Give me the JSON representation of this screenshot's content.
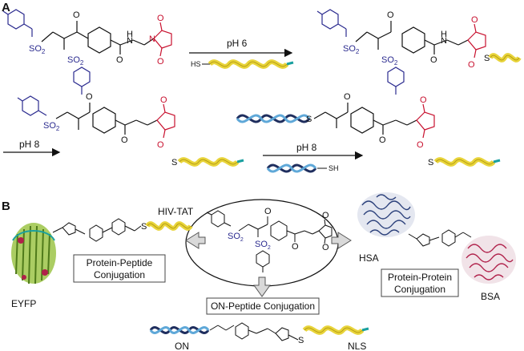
{
  "panels": {
    "a": "A",
    "b": "B"
  },
  "reactions": {
    "step1_condition": "pH 6",
    "step2_condition": "pH 8",
    "step3_condition": "pH 8",
    "thiol_label": "HS",
    "thiol_label_dna": "SH"
  },
  "chem_labels": {
    "so2": "SO",
    "sub2": "2",
    "o": "O",
    "n": "N",
    "h": "H",
    "s": "S"
  },
  "panel_b": {
    "hiv_tat": "HIV-TAT",
    "eyfp": "EYFP",
    "hsa": "HSA",
    "bsa": "BSA",
    "on": "ON",
    "nls": "NLS",
    "box_protein_peptide_line1": "Protein-Peptide",
    "box_protein_peptide_line2": "Conjugation",
    "box_protein_protein_line1": "Protein-Protein",
    "box_protein_protein_line2": "Conjugation",
    "box_on_peptide": "ON-Peptide Conjugation"
  },
  "colors": {
    "tosyl": "#2b2b8f",
    "maleimide": "#c8102e",
    "helix": "#e8d43a",
    "helix_dark": "#b59b12",
    "helix_tip": "#1aa0a0",
    "dna_dark": "#1f2e5e",
    "dna_light": "#5fa8d8",
    "protein_green": "#8fb63a",
    "protein_red": "#b0204a",
    "protein_blue": "#2a3f7a"
  }
}
